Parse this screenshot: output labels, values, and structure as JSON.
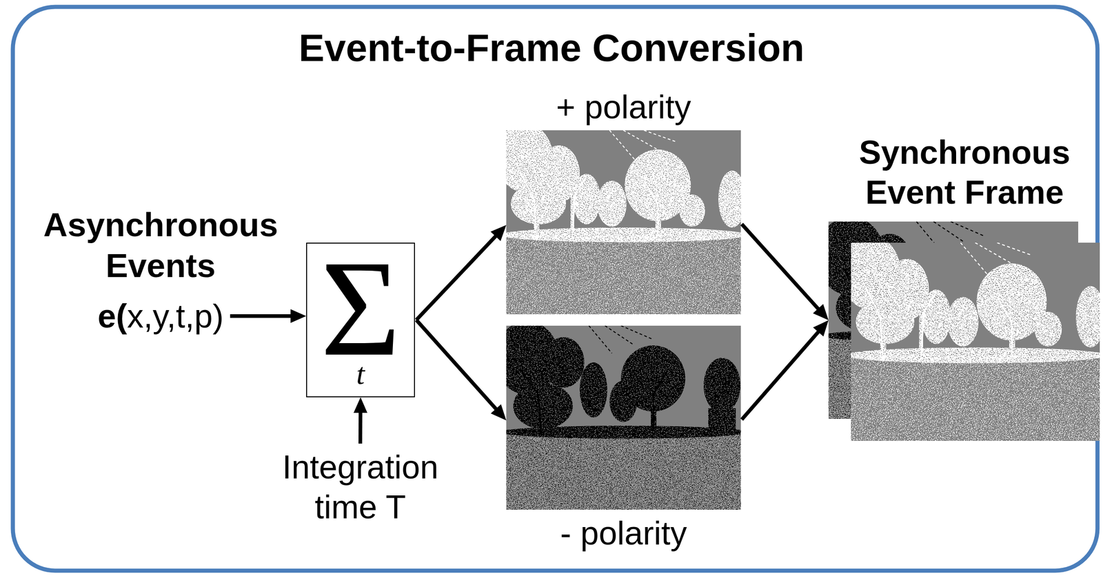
{
  "diagram": {
    "title": "Event-to-Frame Conversion",
    "nodes": [
      {
        "text": [
          "Asynchronous Events",
          "e(x,y,t,p)"
        ]
      },
      {
        "text": [
          "Σ",
          "t"
        ]
      },
      {
        "text": [
          "Integration time T"
        ]
      },
      {
        "text": [
          "+ polarity"
        ]
      },
      {
        "text": [
          "- polarity"
        ]
      },
      {
        "text": [
          "Synchronous Event Frame"
        ]
      }
    ],
    "edges": [
      {
        "from": 0,
        "to": 1,
        "arrow": "to"
      },
      {
        "from": 2,
        "to": 1,
        "arrow": "to"
      },
      {
        "from": 1,
        "to": 3,
        "arrow": "to"
      },
      {
        "from": 1,
        "to": 4,
        "arrow": "to"
      },
      {
        "from": 3,
        "to": 5,
        "arrow": "to"
      },
      {
        "from": 4,
        "to": 5,
        "arrow": "to"
      }
    ]
  }
}
